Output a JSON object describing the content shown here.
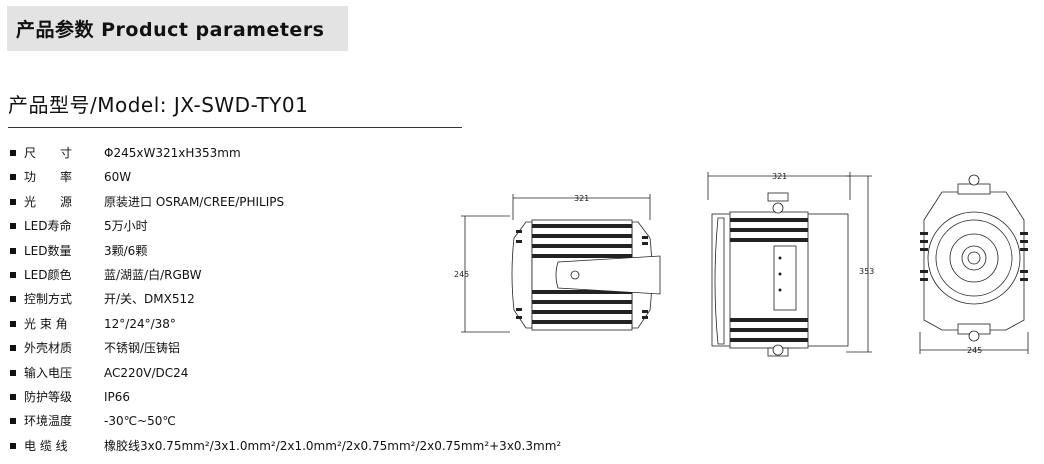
{
  "header": {
    "title": "产品参数  Product parameters"
  },
  "model": {
    "title": "产品型号/Model:  JX-SWD-TY01"
  },
  "specs": [
    {
      "label": "尺　　寸",
      "value": "Φ245xW321xH353mm"
    },
    {
      "label": "功　　率",
      "value": "60W"
    },
    {
      "label": "光　　源",
      "value": "原装进口 OSRAM/CREE/PHILIPS"
    },
    {
      "label": "LED寿命",
      "value": "5万小时"
    },
    {
      "label": "LED数量",
      "value": "3颗/6颗"
    },
    {
      "label": "LED颜色",
      "value": "蓝/湖蓝/白/RGBW"
    },
    {
      "label": "控制方式",
      "value": "开/关、DMX512"
    },
    {
      "label": "光 束 角",
      "value": "12°/24°/38°"
    },
    {
      "label": "外壳材质",
      "value": "不锈钢/压铸铝"
    },
    {
      "label": "输入电压",
      "value": "AC220V/DC24"
    },
    {
      "label": "防护等级",
      "value": "IP66"
    },
    {
      "label": "环境温度",
      "value": "-30℃~50℃"
    },
    {
      "label": "电 缆 线",
      "value": "橡胶线3x0.75mm²/3x1.0mm²/2x1.0mm²/2x0.75mm²/2x0.75mm²+3x0.3mm²"
    }
  ],
  "drawings": {
    "side_view": {
      "width_dim": "321",
      "height_dim": "245"
    },
    "top_view": {
      "width_dim": "321",
      "height_dim": "353"
    },
    "front_view": {
      "width_dim": "245"
    }
  }
}
